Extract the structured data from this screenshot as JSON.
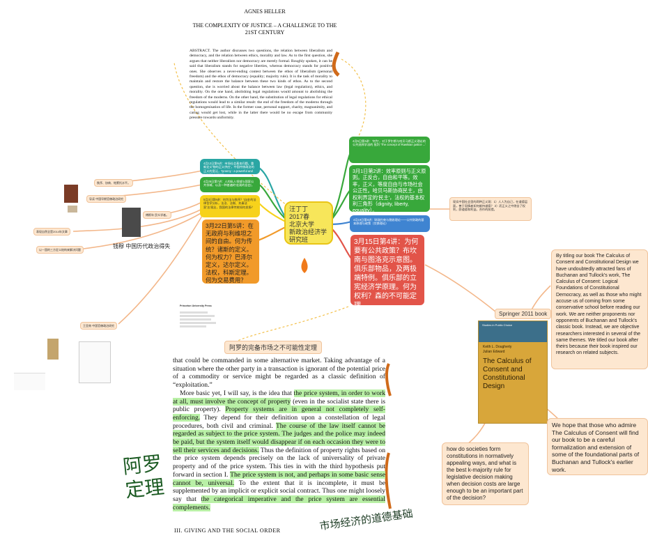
{
  "paper": {
    "author": "AGNES HELLER",
    "title": "THE COMPLEXITY OF JUSTICE – A CHALLENGE TO THE 21ST CENTURY",
    "abstract": "ABSTRACT. The author discusses two questions, the relation between liberalism and democracy, and the relation between ethics, morality and law. As to the first question, she argues that neither liberalism nor democracy are merely formal. Roughly spoken, it can be said that liberalism stands for negative liberties, whereas democracy stands for positive ones. She observes a never-ending contest between the ethos of liberalism (personal freedom) and the ethos of democracy (equality; majority rule). It is the task of morality to maintain and restore the balance between these two kinds of ethos. As to the second question, she is worried about the balance between law (legal regulation), ethics, and morality. On the one hand, abolishing legal regulations would amount to abolishing the freedom of the moderns. On the other hand, the substitution of legal regulations for ethical regulations would lead to a similar result: the end of the freedom of the moderns through the homogenisation of life. In the former case, personal support, charity, magnanimity, and caring would get lost, while in the latter there would be no escape from community pressure towards uniformity."
  },
  "center_node": {
    "line1": "汪丁丁",
    "line2": "2017春",
    "line3": "北京大学",
    "line4": "新政治经济学",
    "line5": "研究班"
  },
  "left_nodes": [
    {
      "text": "4月12日第6讲：市场社会基本问题。重新定义'物的正义供应'，中国传统政治的正义的宽泛，'tyranny - a powerful and popular person'。"
    },
    {
      "text": "4月26日第7讲：人的私人领域与国家公共领域，以及一种普遍的'宏观的自由'。"
    },
    {
      "text": "5月3日第8讲：何为法与秩序？'自由'的法律哲学分析，法治、法制、先秦法家'法'观念，我国的法律传统如何发扬？"
    },
    {
      "text": "3月22日第5讲：在无政府与利维坦之间的自由。何为传统？诸斯的定义。何为权力？巴泽尔定义，达尔定义。法权，科斯定理。何为交易费用？"
    }
  ],
  "right_nodes": [
    {
      "text": "4月5日第3讲：'何为'，对于罗尔斯与哈贝马斯正义理论的 公共选择学派的 批判 'The concept of Rawlsian justice ...'"
    },
    {
      "text": "3月1日第2讲：效率原则与正义原则。正反合，自由和平等。效率，正义，等度自由与市场社会公正性。哈贝马斯协商民主，由权利界定的'民主'，法权的基本权利三角形（dignity, liberty, equality）。"
    },
    {
      "text": "4月19日第8讲：财政约束与税收理论——公共财政的基本原理与政策（交换理论）"
    },
    {
      "text": "3月15日第4讲：为何要有公共政策？布坎南与图洛克示意图。俱乐部物品，及两极端特例。俱乐部的立宪经济学原理。何为权利？森的不可能定理。"
    }
  ],
  "left_labels": [
    {
      "text": "秩序、协商、帕累托水平。"
    },
    {
      "text": "导读  中国早期官僚政治研究"
    },
    {
      "text": "傅斯年  民众学者。"
    },
    {
      "text": "表现自然全是2014年文章"
    },
    {
      "text": "以一国的三方定义结构来解决问题"
    },
    {
      "text": "王亚南  中国官僚政治研究"
    }
  ],
  "qian_mu_label": "钱穆  中国历代政治得失",
  "arrow_label": "阿罗的完备市场之不可能性定理",
  "book_label": "Springer 2011 book",
  "right_note_small": "现实中国社会里的两种正义观：1）人人为自己，在道德层面，善于同情者如何维持道德？ 2）而正义之中隐含了权利，即道德和利益。合作的前提。",
  "book": {
    "series": "Studies in Public Choice",
    "authors1": "Keith L. Dougherty",
    "authors2": "Julian Edward",
    "title": "The Calculus of Consent and Constitutional Design"
  },
  "note_calculus": "By titling our book The Calculus of Consent and Constitutional Design we have undoubtedly attracted fans of Buchanan and Tullock's work, The Calculus of Consent: Logical Foundations of Constitutional Democracy, as well as those who might accuse us of coming from some conservative school before reading our work. We are neither proponents nor opponents of Buchanan and Tullock's classic book. Instead, we are objective researchers interested in several of the same themes. We titled our book after theirs because their book inspired our research on related subjects.",
  "note_hope": "We hope that those who admire The Calculus of Consent will find our book to be a careful formalization and extension of some of the foundational parts of Buchanan and Tullock's earlier work.",
  "note_question": "how do societies form constitutions in normatively appealing ways, and what is the best k-majority rule for legislative decision making when decision costs are large enough to be an important part of the decision?",
  "princeton": {
    "press": "Princeton University Press"
  },
  "essay": {
    "p1": "that could be commanded in some alternative market. Taking advantage of a situation where the other party in a transaction is ignorant of the potential price of a commodity or service might be regarded as a classic definition of “exploitation.”",
    "p2a": "More basic yet, I will say, is the idea that ",
    "p2b": "the price system, in order to work at all, must involve the concept of property",
    "p2c": " (even in the socialist state there is public property). ",
    "p2d": "Property systems are in general not completely self-enforcing.",
    "p2e": " They depend for their definition upon a constellation of legal procedures, both civil and criminal. ",
    "p2f": "The course of the law itself cannot be regarded as subject to the price system. The judges and the police may indeed be paid, but the system itself would disappear if on each occasion they were to sell their services and decisions.",
    "p2g": " Thus the definition of property rights based on the price system depends precisely on the lack of universality of private property and of the price system. This ties in with the third hypothesis put forward in section I. ",
    "p2h": "The price system is not, and perhaps in some basic sense cannot be, universal.",
    "p2i": " To the extent that it is incomplete, it must be supplemented by an implicit or explicit social contract. Thus one might loosely say that ",
    "p2j": "the categorical imperative and the price system are essential complements.",
    "heading": "III.  GIVING AND THE SOCIAL ORDER"
  },
  "handwriting": {
    "left": "阿罗定理",
    "bottom": "市场经济的道德基础"
  },
  "colors": {
    "teal": "#2aa6a4",
    "green": "#38a83b",
    "yellow": "#f7d21b",
    "orange": "#f19a2a",
    "red": "#e25449",
    "blue": "#3f84d1",
    "highlight": "#b9f0a6",
    "note_bg": "#fde7d0"
  }
}
